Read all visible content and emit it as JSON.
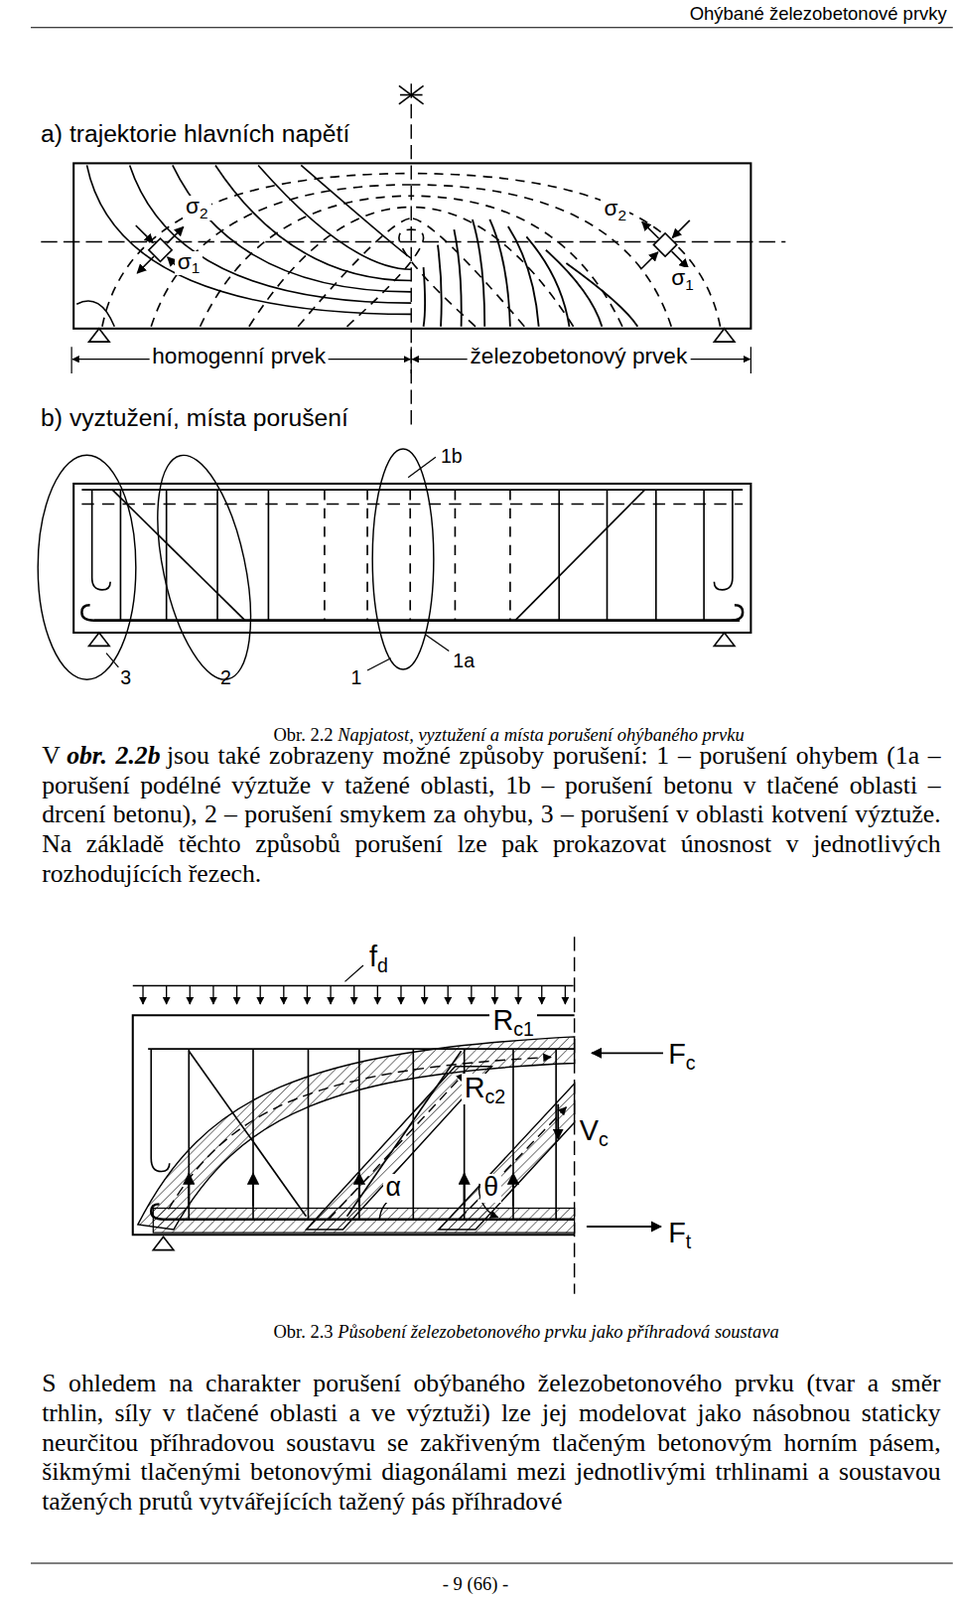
{
  "diagram": {
    "labels": [
      "Ohýbané železobetonové prvky",
      "a) trajektorie hlavních napětí",
      "σ",
      "2",
      "σ",
      "1",
      "σ",
      "2",
      "σ",
      "1",
      "homogenní prvek",
      "železobetonový prvek",
      "b) vyztužení, místa porušení",
      "1b",
      "3",
      "2",
      "1",
      "1a",
      "Obr. 2.2",
      "Napjatost, vyztužení a místa porušení ohýbaného prvku",
      "V",
      "obr. 2.2b",
      "jsou také zobrazeny možné způsoby porušení: 1 – porušení ohybem (1a – porušení podélné výztuže v tažené oblasti, 1b – porušení betonu v tlačené oblasti – drcení betonu), 2 – porušení smykem za ohybu, 3 – porušení v oblasti kotvení výztuže. Na základě těchto způsobů porušení lze pak prokazovat únosnost v jednotlivých rozhodujících řezech.",
      "f",
      "d",
      "R",
      "c1",
      "R",
      "c2",
      "V",
      "c",
      "F",
      "c",
      "α",
      "θ",
      "F",
      "t",
      "Obr. 2.3",
      "Působení železobetonového prvku jako příhradová soustava",
      "S ohledem na charakter porušení obýbaného železobetonového prvku (tvar a směr trhlin, síly v tlačené oblasti a ve výztuži) lze jej modelovat jako násobnou staticky neurčitou příhradovou soustavu se zakřiveným tlačeným betonovým horním pásem, šikmými tlačenými betonovými diagonálami mezi jednotlivými trhlinami a soustavou tažených prutů vytvářejících tažený pás příhradové",
      "- 9 (66) -"
    ]
  }
}
